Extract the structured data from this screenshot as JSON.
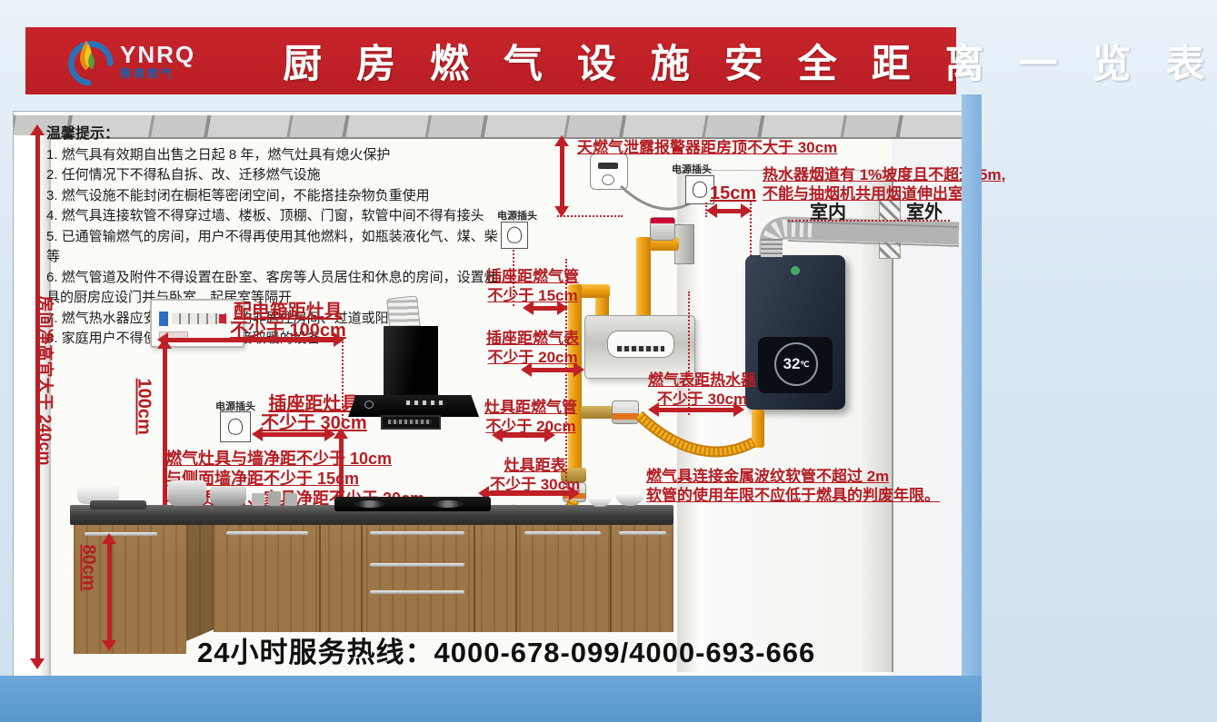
{
  "header": {
    "logo_text": "YNRQ",
    "logo_subtext": "豫南燃气",
    "title": "厨 房 燃 气 设 施 安 全 距 离 一 览 表"
  },
  "tips": {
    "title": "温馨提示：",
    "items": [
      "1.  燃气具有效期自出售之日起 8 年，燃气灶具有熄火保护",
      "2.  任何情况下不得私自拆、改、迁移燃气设施",
      "3.  燃气设施不能封闭在橱柜等密闭空间，不能搭挂杂物负重使用",
      "4.  燃气具连接软管不得穿过墙、楼板、顶棚、门窗，软管中间不得有接头",
      "5.  已通管输燃气的房间，用户不得再使用其他燃料，如瓶装液化气、煤、柴等",
      "6.  燃气管道及附件不得设置在卧室、客房等人员居住和休息的房间，设置灶具的厨房应设门并与卧室、起居室等隔开",
      "7.  燃气热水器应安装在通风良好的非居住房间、过道或阳台内",
      "8.  家庭用户不得使用燃气燃烧直接取暖的设备"
    ]
  },
  "annotations": {
    "alarm_ceiling": "天燃气泄露报警器距房顶不大于 30cm",
    "power_plug": "电源插头",
    "gap_15": "15cm",
    "flue_line1": "热水器烟道有 1%坡度且不超过 5m,",
    "flue_line2": "不能与抽烟机共用烟道伸出室外",
    "indoor": "室内",
    "outdoor": "室外",
    "socket_pipe_l1": "插座距燃气管",
    "socket_pipe_l2": "不少于 15cm",
    "socket_meter_l1": "插座距燃气表",
    "socket_meter_l2": "不少于 20cm",
    "stove_pipe_l1": "灶具距燃气管",
    "stove_pipe_l2": "不少于 20cm",
    "stove_meter_l1": "灶具距表",
    "stove_meter_l2": "不少于 30cm",
    "meter_heater_l1": "燃气表距热水器",
    "meter_heater_l2": "不少于 30cm",
    "hose_l1": "燃气具连接金属波纹软管不超过 2m",
    "hose_l2": "软管的使用年限不应低于燃具的判废年限。",
    "distbox_l1": "配电箱距灶具",
    "distbox_l2": "不少于 100cm",
    "socket_stove_l1": "插座距灶具",
    "socket_stove_l2": "不少于 30cm",
    "wall_l1": "燃气灶具与墙净距不少于 10cm",
    "wall_l2": "与侧面墙净距不少于 15cm",
    "wall_l3": "与木质门窗、家具净距不少于 20cm",
    "height_100": "100cm",
    "height_80": "80cm",
    "room_height": "房间净高宜大于 240cm"
  },
  "water_heater": {
    "temp": "32",
    "temp_unit": "℃"
  },
  "footer": {
    "hotline": "24小时服务热线：4000-678-099/4000-693-666"
  },
  "colors": {
    "header_red": "#c8232a",
    "annotation_red": "#b41d23",
    "pipe_yellow": "#ee9f12",
    "footer_blue": "#5997cd"
  }
}
